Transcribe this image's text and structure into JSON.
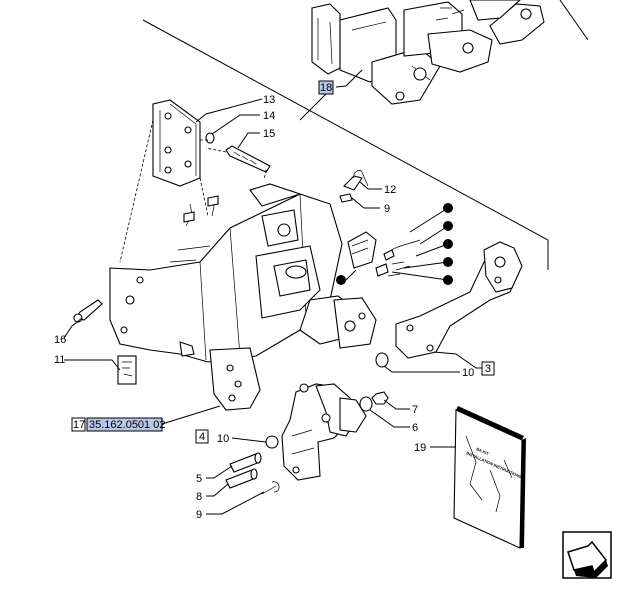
{
  "callouts": {
    "c13": "13",
    "c14": "14",
    "c15": "15",
    "c12": "12",
    "c9a": "9",
    "c16": "16",
    "c11": "11",
    "c17": "17",
    "c17ref": "35.162.0501 02",
    "c18": "18",
    "c10a": "10",
    "c3": "3",
    "c7": "7",
    "c6": "6",
    "c19": "19",
    "c4": "4",
    "c10b": "10",
    "c5": "5",
    "c8": "8",
    "c9b": "9"
  },
  "manual": {
    "line1": "BA KIT",
    "line2": "INSTALLATION INSTRUCTIONS"
  },
  "colors": {
    "highlight": "#b9c7e6",
    "ink": "#000000"
  },
  "icons": {
    "nav": "next-page-arrow-icon"
  }
}
